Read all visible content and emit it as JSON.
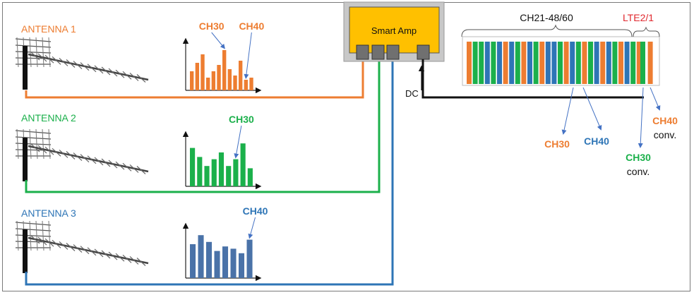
{
  "colors": {
    "orange": "#ED7D31",
    "green": "#1BB04B",
    "blue": "#2E75B6",
    "bar_orange": "#ED7D31",
    "bar_green": "#1BB04B",
    "bar_blue": "#4A72A8",
    "amp_fill": "#FFC000",
    "amp_outer": "#C8C8C8",
    "port_fill": "#707070",
    "lte_red": "#E0282E",
    "dark": "#111111",
    "arrow": "#4472C4"
  },
  "antennas": [
    {
      "label": "ANTENNA 1",
      "color_key": "orange",
      "chart": {
        "bar_color": "bar_orange",
        "values": [
          0.45,
          0.65,
          0.85,
          0.3,
          0.45,
          0.6,
          0.95,
          0.5,
          0.35,
          0.7,
          0.25,
          0.3
        ],
        "callouts": [
          {
            "text": "CH30",
            "bar": 6
          },
          {
            "text": "CH40",
            "bar": 10
          }
        ]
      }
    },
    {
      "label": "ANTENNA 2",
      "color_key": "green",
      "chart": {
        "bar_color": "bar_green",
        "values": [
          0.85,
          0.65,
          0.45,
          0.6,
          0.75,
          0.45,
          0.6,
          0.95,
          0.4
        ],
        "callouts": [
          {
            "text": "CH30",
            "bar": 6
          }
        ]
      }
    },
    {
      "label": "ANTENNA 3",
      "color_key": "blue",
      "chart": {
        "bar_color": "bar_blue",
        "values": [
          0.75,
          0.95,
          0.8,
          0.6,
          0.7,
          0.65,
          0.55,
          0.85
        ],
        "callouts": [
          {
            "text": "CH40",
            "bar": 7
          }
        ]
      }
    }
  ],
  "amp": {
    "label": "Smart Amp",
    "dc_label": "DC"
  },
  "spectrum": {
    "range_label": "CH21-48/60",
    "lte_label": "LTE2/1",
    "bars": [
      "orange",
      "green",
      "green",
      "blue",
      "green",
      "blue",
      "orange",
      "blue",
      "green",
      "orange",
      "blue",
      "green",
      "orange",
      "blue",
      "blue",
      "green",
      "orange",
      "blue",
      "green",
      "orange",
      "green",
      "blue",
      "orange",
      "blue",
      "green",
      "orange",
      "blue",
      "green",
      "orange"
    ],
    "bars_lte": [
      "green",
      "orange"
    ]
  },
  "outputs": [
    {
      "name": "CH30",
      "sub": "",
      "color_key": "orange"
    },
    {
      "name": "CH40",
      "sub": "",
      "color_key": "blue"
    },
    {
      "name": "CH30",
      "sub": "conv.",
      "color_key": "green"
    },
    {
      "name": "CH40",
      "sub": "conv.",
      "color_key": "orange"
    }
  ]
}
